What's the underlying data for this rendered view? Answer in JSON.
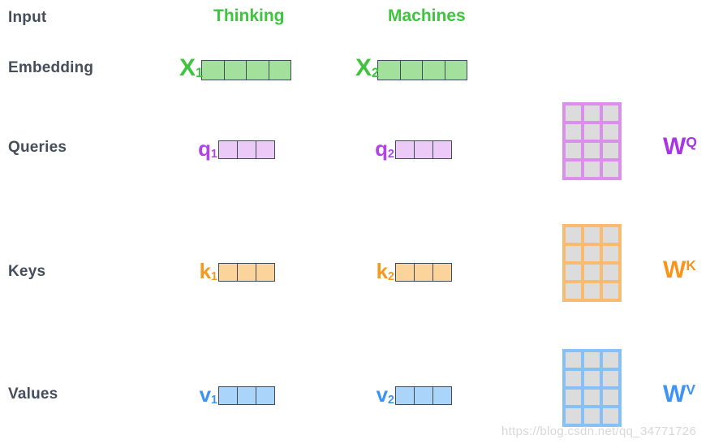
{
  "row_labels": {
    "input": "Input",
    "embedding": "Embedding",
    "queries": "Queries",
    "keys": "Keys",
    "values": "Values"
  },
  "tokens": {
    "t1": "Thinking",
    "t2": "Machines"
  },
  "vectors": {
    "x1": {
      "base": "X",
      "sub": "1",
      "cells": 4
    },
    "x2": {
      "base": "X",
      "sub": "2",
      "cells": 4
    },
    "q1": {
      "base": "q",
      "sub": "1",
      "cells": 3
    },
    "q2": {
      "base": "q",
      "sub": "2",
      "cells": 3
    },
    "k1": {
      "base": "k",
      "sub": "1",
      "cells": 3
    },
    "k2": {
      "base": "k",
      "sub": "2",
      "cells": 3
    },
    "v1": {
      "base": "v",
      "sub": "1",
      "cells": 3
    },
    "v2": {
      "base": "v",
      "sub": "2",
      "cells": 3
    }
  },
  "matrices": {
    "wq": {
      "base": "W",
      "sup": "Q",
      "rows": 4,
      "cols": 3
    },
    "wk": {
      "base": "W",
      "sup": "K",
      "rows": 4,
      "cols": 3
    },
    "wv": {
      "base": "W",
      "sup": "V",
      "rows": 4,
      "cols": 3
    }
  },
  "watermark": "https://blog.csdn.net/qq_34771726",
  "colors": {
    "label_text": "#454e5a",
    "green_text": "#3ec43e",
    "green_fill": "#a3e09b",
    "purple_text": "#b143e9",
    "purple_fill": "#eccaf8",
    "purple_matrix": "#da90ea",
    "purple_w": "#a934e2",
    "orange_text": "#f8981d",
    "orange_fill": "#fbd49c",
    "orange_matrix": "#f9bb70",
    "blue_text": "#3e93f5",
    "blue_fill": "#aad4f9",
    "blue_matrix": "#87c0f4",
    "vector_border": "#414b57",
    "matrix_cell": "#dcdcdc",
    "watermark": "#d8d8d8"
  }
}
